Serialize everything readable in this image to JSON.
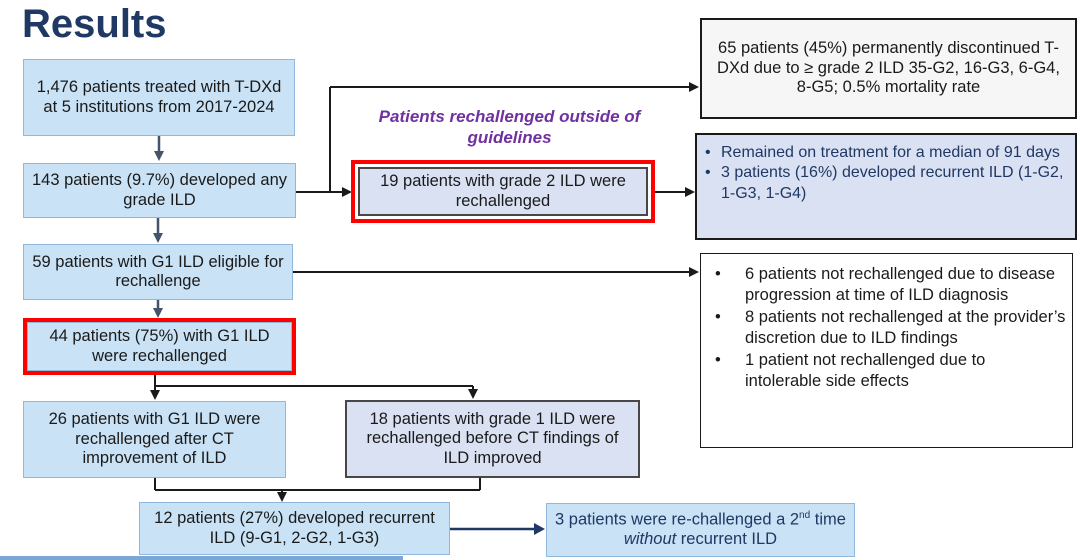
{
  "title": "Results",
  "annotation": {
    "label": "Patients rechallenged outside of guidelines",
    "color": "#7030A0"
  },
  "flow": {
    "treated": "1,476 patients treated with T-DXd at 5 institutions from 2017-2024",
    "any_ild": "143 patients (9.7%) developed any grade ILD",
    "g1_eligible": "59 patients with G1 ILD eligible for rechallenge",
    "g1_rechallenged": "44 patients (75%) with G1 ILD were rechallenged",
    "rechallenged_after_ct": "26 patients with G1 ILD were rechallenged after CT improvement of ILD",
    "rechallenged_before_ct": "18 patients with grade 1 ILD were rechallenged before CT findings of ILD improved",
    "recurrent_ild": "12 patients (27%) developed recurrent ILD (9-G1, 2-G2, 1-G3)",
    "second_rechallenge": {
      "before_sup": "3 patients were re-challenged a 2",
      "sup": "nd",
      "mid": " time ",
      "italic_word": "without",
      "after": " recurrent ILD"
    },
    "grade2_rechallenged": "19 patients with grade 2 ILD were rechallenged",
    "discontinued": "65 patients (45%) permanently discontinued T-DXd due to ≥ grade 2 ILD 35-G2, 16-G3, 6-G4, 8-G5; 0.5% mortality rate",
    "grade2_outcomes": [
      "Remained on treatment for a median of 91 days",
      "3 patients (16%) developed recurrent ILD (1-G2, 1-G3, 1-G4)"
    ],
    "not_rechallenged_reasons": [
      "6 patients not rechallenged due to disease progression at time of ILD diagnosis",
      "8 patients not rechallenged at the provider’s discretion due to ILD findings",
      "1 patient not rechallenged due to intolerable side effects"
    ],
    "bullet_char": "•"
  },
  "colors": {
    "accent_navy": "#1F3864",
    "purple": "#7030A0",
    "highlight_red": "#FF0000",
    "light_blue_fill": "#C9E2F5",
    "lavender_fill": "#DAE1F3",
    "bottom_strip": "#7BA7D7"
  }
}
